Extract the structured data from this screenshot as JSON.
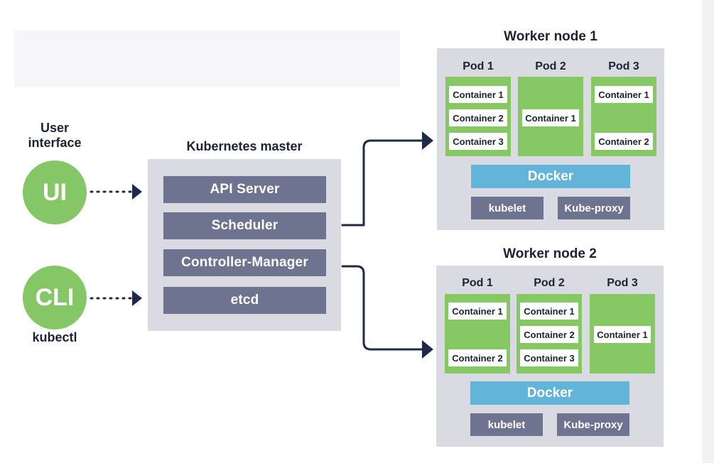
{
  "user_interface": {
    "label": "User interface",
    "ui_label": "UI"
  },
  "cli": {
    "circle_label": "CLI",
    "tool_label": "kubectl"
  },
  "master": {
    "title": "Kubernetes master",
    "items": [
      "API Server",
      "Scheduler",
      "Controller-Manager",
      "etcd"
    ]
  },
  "worker_nodes": [
    {
      "title": "Worker node 1",
      "pods": [
        {
          "label": "Pod 1",
          "containers": [
            "Container 1",
            "Container 2",
            "Container 3"
          ]
        },
        {
          "label": "Pod 2",
          "containers": [
            "Container 1"
          ]
        },
        {
          "label": "Pod 3",
          "containers": [
            "Container 1",
            "Container 2"
          ]
        }
      ],
      "runtime": "Docker",
      "services": [
        "kubelet",
        "Kube-proxy"
      ]
    },
    {
      "title": "Worker node 2",
      "pods": [
        {
          "label": "Pod 1",
          "containers": [
            "Container 1",
            "Container 2"
          ]
        },
        {
          "label": "Pod 2",
          "containers": [
            "Container 1",
            "Container 2",
            "Container 3"
          ]
        },
        {
          "label": "Pod 3",
          "containers": [
            "Container 1"
          ]
        }
      ],
      "runtime": "Docker",
      "services": [
        "kubelet",
        "Kube-proxy"
      ]
    }
  ],
  "colors": {
    "green": "#86c964",
    "panel": "#dadbe2",
    "slate": "#6e7490",
    "docker_blue": "#62b4d8",
    "connector": "#1f2a48"
  }
}
